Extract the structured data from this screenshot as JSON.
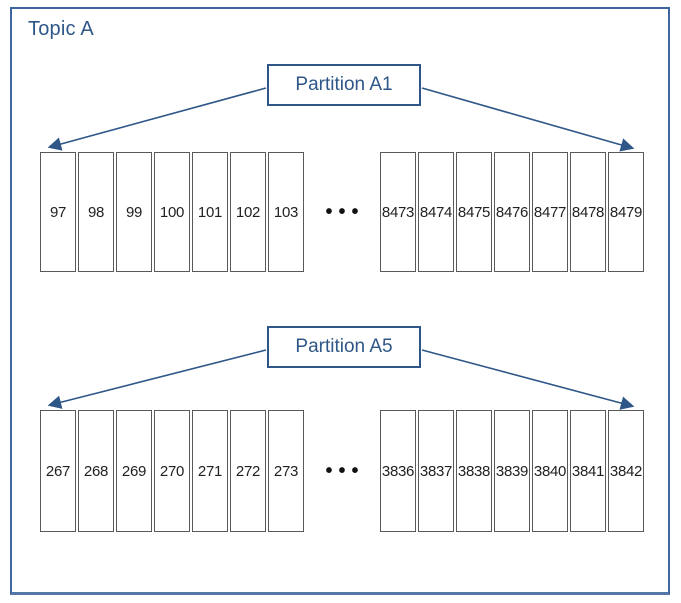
{
  "diagram": {
    "topic_label": "Topic A",
    "ellipsis": "•••",
    "partitions": [
      {
        "label": "Partition A1",
        "left_cells": [
          "97",
          "98",
          "99",
          "100",
          "101",
          "102",
          "103"
        ],
        "right_cells": [
          "8473",
          "8474",
          "8475",
          "8476",
          "8477",
          "8478",
          "8479"
        ]
      },
      {
        "label": "Partition A5",
        "left_cells": [
          "267",
          "268",
          "269",
          "270",
          "271",
          "272",
          "273"
        ],
        "right_cells": [
          "3836",
          "3837",
          "3838",
          "3839",
          "3840",
          "3841",
          "3842"
        ]
      }
    ],
    "colors": {
      "accent_blue": "#2e5788",
      "outer_border_blue": "#3f659e",
      "cell_border_gray": "#595959",
      "cell_text": "#212121"
    }
  }
}
